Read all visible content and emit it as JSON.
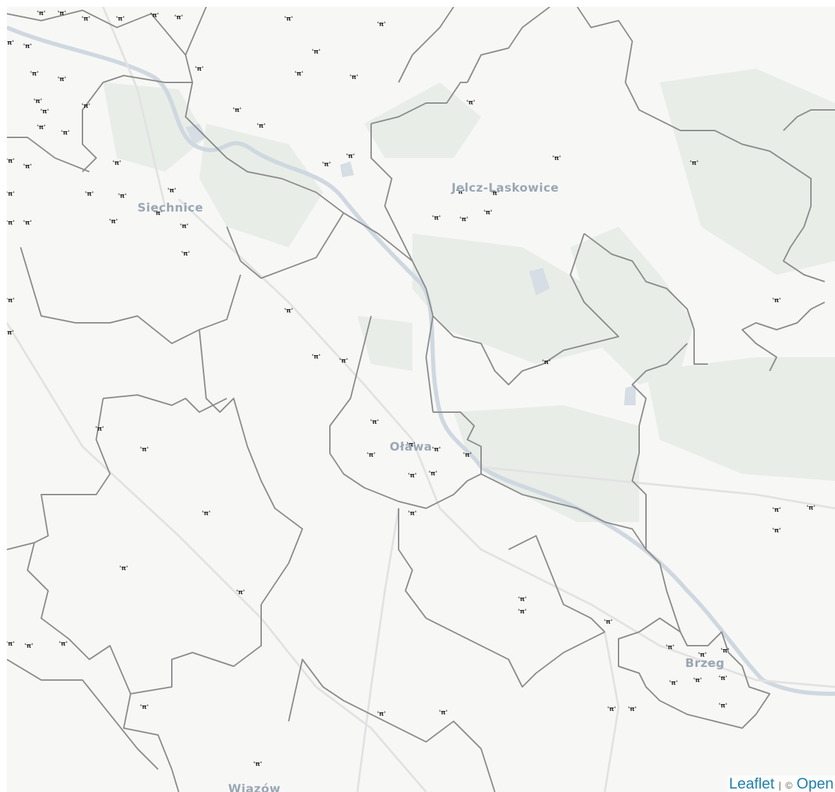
{
  "map": {
    "places": [
      {
        "name": "Siechnice"
      },
      {
        "name": "Jelcz-Laskowice"
      },
      {
        "name": "Oława"
      },
      {
        "name": "Brzeg"
      },
      {
        "name": "Wiązów"
      }
    ],
    "marker_glyph": "'π'",
    "marker_icon": "tower-marker-icon",
    "colors": {
      "background": "#f7f7f6",
      "forest": "#e6ebe6",
      "boundary": "#8a8a8a",
      "river": "#c9d3dc",
      "road": "#e0e0e0",
      "label": "#9aa7b4",
      "link": "#1f7fae"
    }
  },
  "attribution": {
    "leaflet_label": "Leaflet",
    "separator": "|",
    "copyright_symbol": "©",
    "osm_label": "Open"
  }
}
